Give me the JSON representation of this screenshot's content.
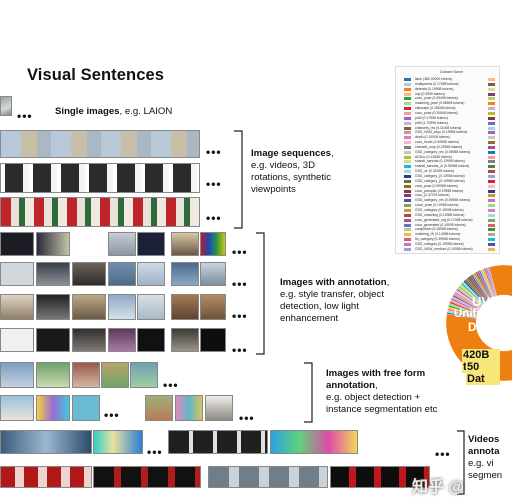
{
  "title": "Visual Sentences",
  "sections": {
    "single": {
      "bold": "Single images",
      "rest": ", e.g. LAION"
    },
    "sequences": {
      "bold": "Image sequences",
      "rest1": ",",
      "l2": "e.g. videos, 3D",
      "l3": "rotations, synthetic",
      "l4": "viewpoints"
    },
    "annotation": {
      "bold": "Images with annotation",
      "rest1": ",",
      "l2": "e.g. style transfer, object",
      "l3": "detection, low light",
      "l4": "enhancement"
    },
    "freeform": {
      "bold1": "Images with free form",
      "bold2": "annotation",
      "rest": ",",
      "l3": "e.g. object detection +",
      "l4": "instance segmentation etc"
    },
    "videos": {
      "bold1": "Videos",
      "l2": "annota",
      "l3": "e.g. vi",
      "l4": "segmen"
    }
  },
  "dataset": {
    "legend_header": "Dataset Name",
    "pie_line1": "UVD-V",
    "pie_line2": "Unified V",
    "pie_line3": "Datas",
    "stat1": "420B to",
    "stat2": "50 Dat"
  },
  "legend_entries": [
    "laion (380,00000 tokens)",
    "multipatchs (0.17658 tokens)",
    "defends (0.19958 tokens)",
    "mpi (0.3995 tokens)",
    "coco_pose (0.49498 tokens)",
    "matching_pose (0.96598 tokens)",
    "cityscape (0.18948 tokens)",
    "coco_pose (0.30848 tokens)",
    "pdt3 (0.17958 tokens)",
    "pdt3 (1.70998 tokens)",
    "chairsets_res (0.11008 tokens)",
    "GSD_NSM_sequ (0.19958 tokens)",
    "depth (0.10008 tokens)",
    "coco_hmdb (1.50958 tokens)",
    "charade_crop (0.19958 tokens)",
    "GSD_category_res (0.05958 tokens)",
    "ADEzo (0.13558 tokens)",
    "shandl_sanclas (0.13998 tokens)",
    "shandl_sanclas_ol (0.39958 tokens)",
    "GSD_ce (0.31938 tokens)",
    "GSD_category_(0.10958 tokens)",
    "GSD_category_(0.10958 tokens)",
    "coco_pose (0.09958 tokens)",
    "coco_panoptic (0.19958 tokens)",
    "coco_(0.37478 tokens)",
    "GSD_category_res (0.59498 tokens)",
    "cocol_pose (0.10958 tokens)",
    "GSD_category (0.15998 tokens)",
    "GSD_matching (0.15958 tokens)",
    "coco_generated_reg (0.17458 tokens)",
    "coco_generated (0.15098 tokens)",
    "completion (0.18988 tokens)",
    "matching_Ht (0.14958 tokens)",
    "flo_category (0.39958 tokens)",
    "GSD_category (0.19958 tokens)",
    "GSD_NDW_medium (0.10958 tokens)"
  ],
  "legend_colors": [
    "#1f77b4",
    "#aec7e8",
    "#ff7f0e",
    "#ffbb78",
    "#2ca02c",
    "#98df8a",
    "#d62728",
    "#ff9896",
    "#9467bd",
    "#c5b0d5",
    "#8c564b",
    "#c49c94",
    "#e377c2",
    "#f7b6d2",
    "#7f7f7f",
    "#c7c7c7",
    "#bcbd22",
    "#dbdb8d",
    "#17becf",
    "#9edae5",
    "#393b79",
    "#637939",
    "#8c6d31",
    "#843c39",
    "#7b4173",
    "#5254a3",
    "#8ca252",
    "#bd9e39",
    "#ad494a",
    "#a55194",
    "#6b6ecf",
    "#b5cf6b",
    "#e7ba52",
    "#d6616b",
    "#ce6dbd",
    "#9c9ede"
  ],
  "watermark": "知乎 @"
}
